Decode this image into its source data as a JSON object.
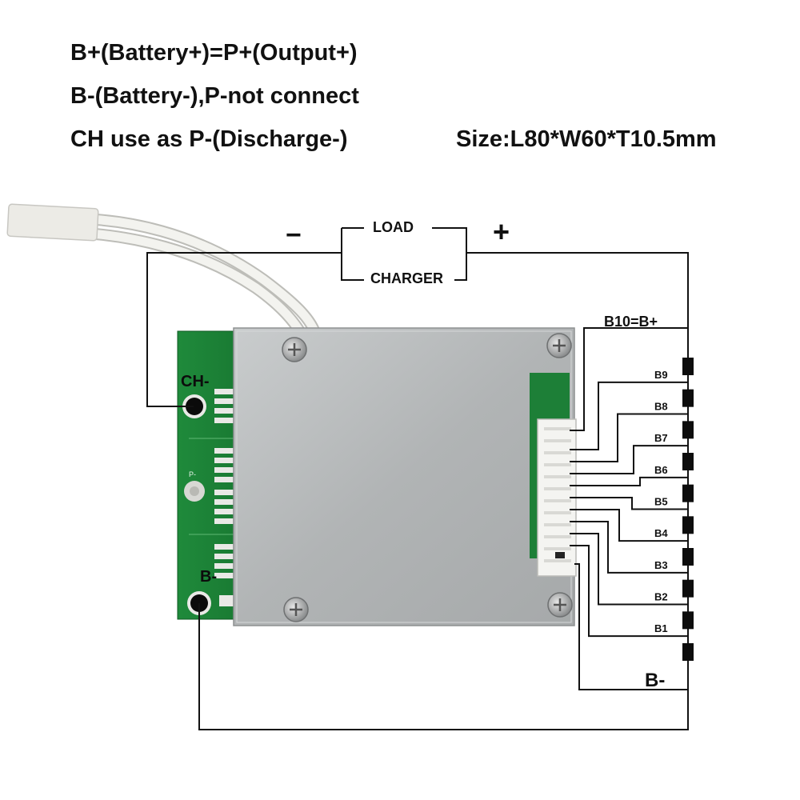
{
  "header": {
    "line1": "B+(Battery+)=P+(Output+)",
    "line2": "B-(Battery-),P-not connect",
    "line3": "CH use as P-(Discharge-)",
    "size": "Size:L80*W60*T10.5mm"
  },
  "diagram": {
    "minus_sign": "−",
    "plus_sign": "+",
    "load_label": "LOAD",
    "charger_label": "CHARGER",
    "b10_label": "B10=B+",
    "b_minus_label": "B-",
    "board": {
      "ch_label": "CH-",
      "p_label": "P-",
      "b_label": "B-"
    },
    "taps": [
      "B9",
      "B8",
      "B7",
      "B6",
      "B5",
      "B4",
      "B3",
      "B2",
      "B1"
    ],
    "cell_count": 10
  },
  "colors": {
    "pcb_green": "#1f8a3b",
    "heatsink": "#b4b7b8",
    "wire": "#111111",
    "cable": "#f2f2ee"
  }
}
